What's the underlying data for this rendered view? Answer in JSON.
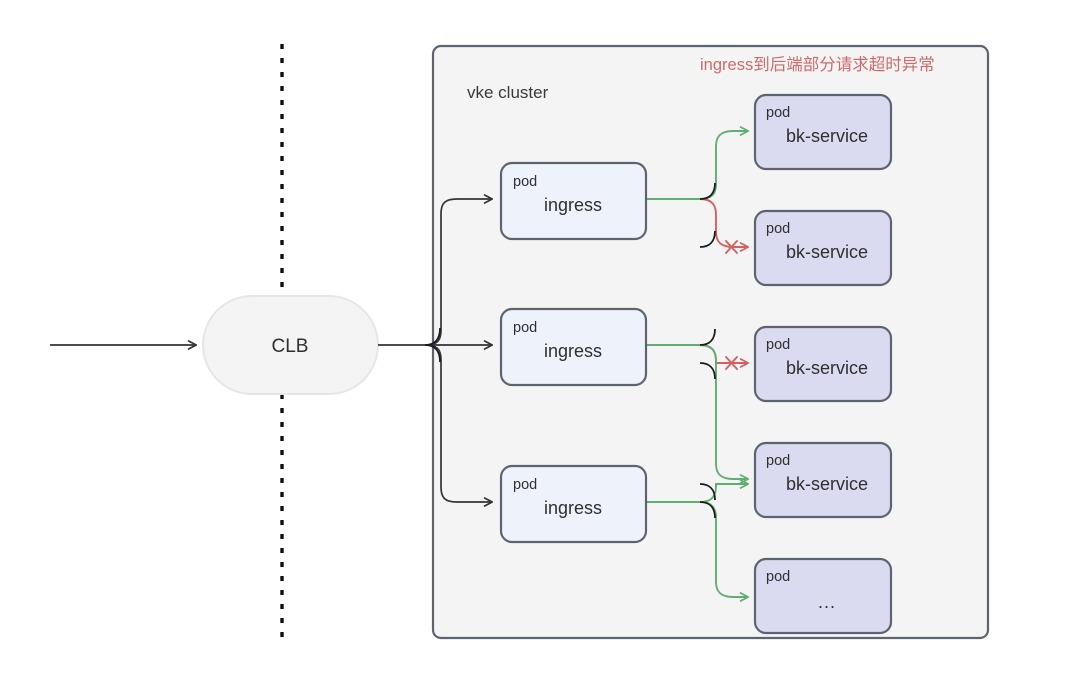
{
  "diagram": {
    "title_annotation": "ingress到后端部分请求超时异常",
    "cluster_label": "vke cluster",
    "entry_node": {
      "label": "CLB",
      "shape": "stadium"
    },
    "pod_key_label": "pod",
    "ingress_nodes": [
      {
        "kind": "pod",
        "name": "ingress"
      },
      {
        "kind": "pod",
        "name": "ingress"
      },
      {
        "kind": "pod",
        "name": "ingress"
      }
    ],
    "backend_nodes": [
      {
        "kind": "pod",
        "name": "bk-service",
        "status": "ok"
      },
      {
        "kind": "pod",
        "name": "bk-service",
        "status": "timeout"
      },
      {
        "kind": "pod",
        "name": "bk-service",
        "status": "timeout"
      },
      {
        "kind": "pod",
        "name": "bk-service",
        "status": "ok"
      },
      {
        "kind": "pod",
        "name": "...",
        "status": "ok"
      }
    ],
    "error_marker": "✗",
    "colors": {
      "ok_edge": "#5fae72",
      "error_edge": "#d4605f",
      "plain_edge": "#333333",
      "cluster_fill": "#f4f4f4",
      "cluster_stroke": "#5d6470",
      "pod_fill": "#dadaf0",
      "pod_stroke": "#5d6470",
      "ingress_fill": "#eef3fb",
      "ingress_stroke": "#5d6470",
      "clb_fill": "#f4f4f4",
      "clb_stroke": "#e3e3e3",
      "boundary_dash": "#111111",
      "annotation": "#d06a6a"
    }
  }
}
